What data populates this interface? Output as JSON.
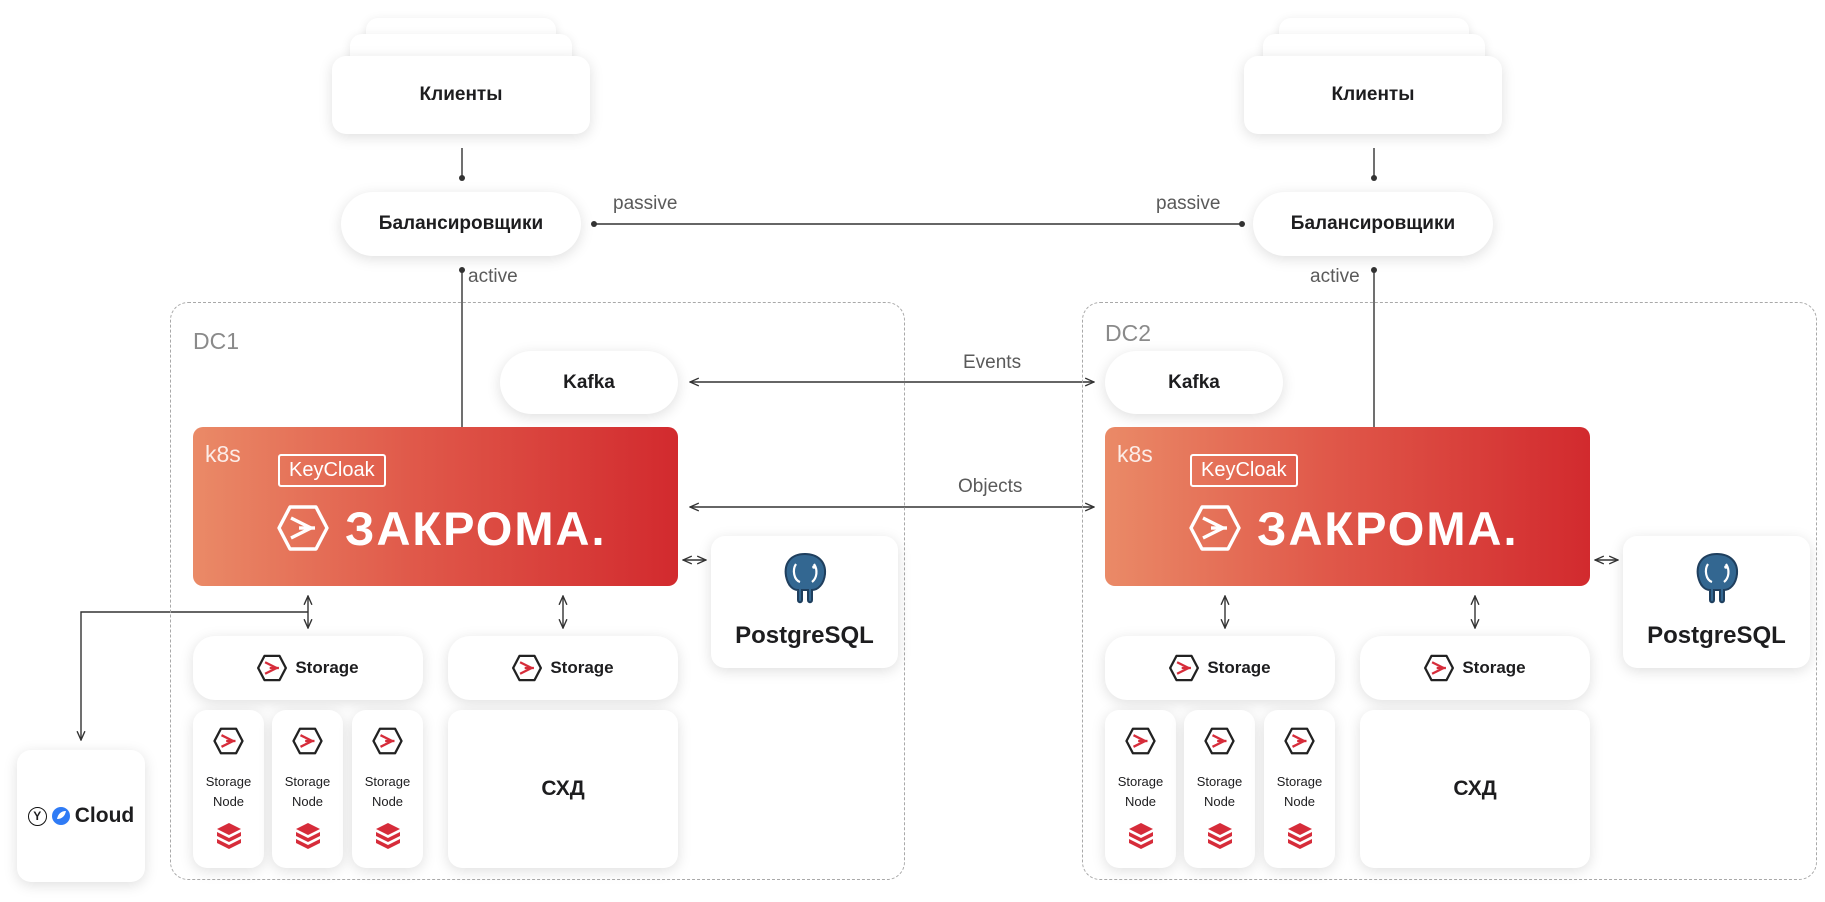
{
  "clients": [
    "Клиенты",
    "Клиенты"
  ],
  "balancers": [
    "Балансировщики",
    "Балансировщики"
  ],
  "edge_labels": {
    "passive_left": "passive",
    "passive_right": "passive",
    "active_left": "active",
    "active_right": "active",
    "events": "Events",
    "objects": "Objects"
  },
  "datacenters": [
    {
      "label": "DC1",
      "kafka": "Kafka",
      "k8s": "k8s",
      "keycloak": "KeyCloak",
      "brand": "ЗАКРОМА.",
      "postgres": "PostgreSQL",
      "storage": [
        "Storage",
        "Storage"
      ],
      "nodes": [
        {
          "line1": "Storage",
          "line2": "Node"
        },
        {
          "line1": "Storage",
          "line2": "Node"
        },
        {
          "line1": "Storage",
          "line2": "Node"
        }
      ],
      "shd": "СХД"
    },
    {
      "label": "DC2",
      "kafka": "Kafka",
      "k8s": "k8s",
      "keycloak": "KeyCloak",
      "brand": "ЗАКРОМА.",
      "postgres": "PostgreSQL",
      "storage": [
        "Storage",
        "Storage"
      ],
      "nodes": [
        {
          "line1": "Storage",
          "line2": "Node"
        },
        {
          "line1": "Storage",
          "line2": "Node"
        },
        {
          "line1": "Storage",
          "line2": "Node"
        }
      ],
      "shd": "СХД"
    }
  ],
  "cloud": {
    "label": "Cloud",
    "logo_letter": "Y"
  },
  "colors": {
    "accent_start": "#ea8a67",
    "accent_end": "#d22a2e",
    "red_icon": "#d62c3a",
    "postgres_blue": "#336791"
  }
}
